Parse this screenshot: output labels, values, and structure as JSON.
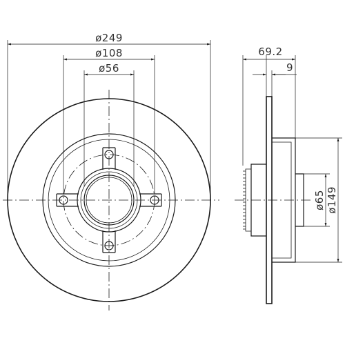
{
  "dimensions": {
    "outer_diameter": "ø249",
    "bolt_circle_diameter": "ø108",
    "center_bore_diameter": "ø56",
    "overall_height": "69.2",
    "disc_thickness": "9",
    "hub_diameter": "ø65",
    "hat_diameter": "ø149"
  }
}
